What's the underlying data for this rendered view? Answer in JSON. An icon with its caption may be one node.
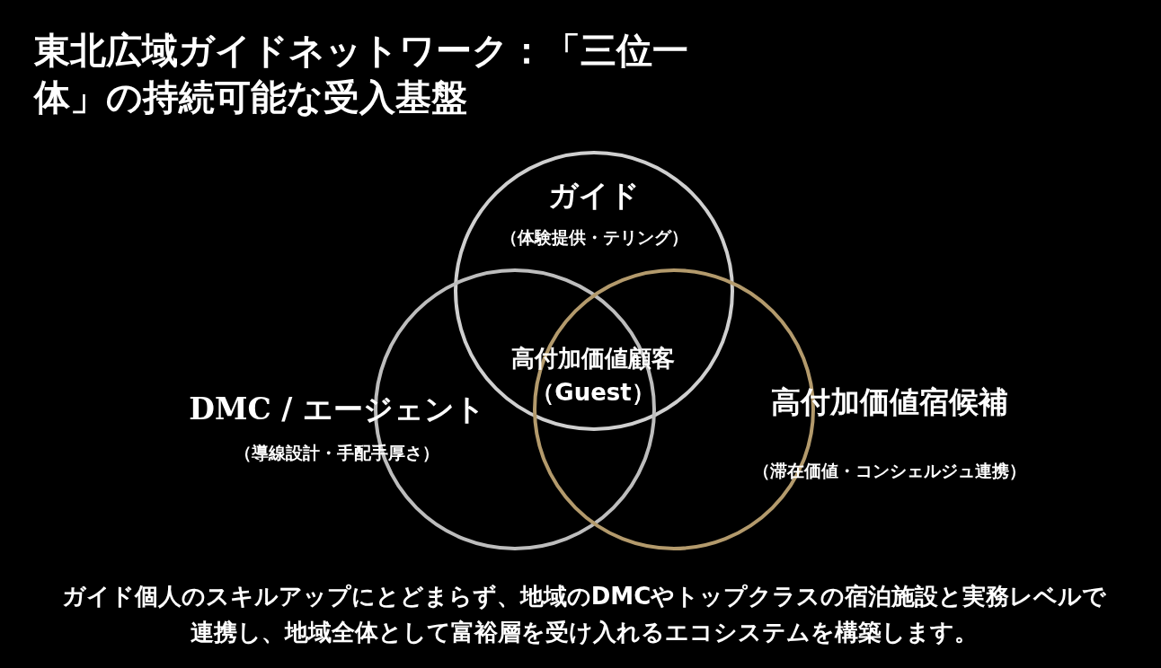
{
  "diagram": {
    "title": "東北広域ガイドネットワーク：「三位一体」の持続可能な受入基盤",
    "caption": "ガイド個人のスキルアップにとどまらず、地域のDMCやトップクラスの宿泊施設と実務レベルで連携し、地域全体として富裕層を受け入れるエコシステムを構築します。",
    "nodes": [
      {
        "text": [
          "ガイド",
          "（体験提供・テリング）"
        ]
      },
      {
        "text": [
          "DMC / エージェント",
          "（導線設計・手配手厚さ）"
        ]
      },
      {
        "text": [
          "高付加価値宿候補",
          "（滞在価値・コンシェルジュ連携）"
        ]
      }
    ],
    "edges": [],
    "labels": [
      "高付加価値顧客",
      "（Guest）"
    ]
  }
}
